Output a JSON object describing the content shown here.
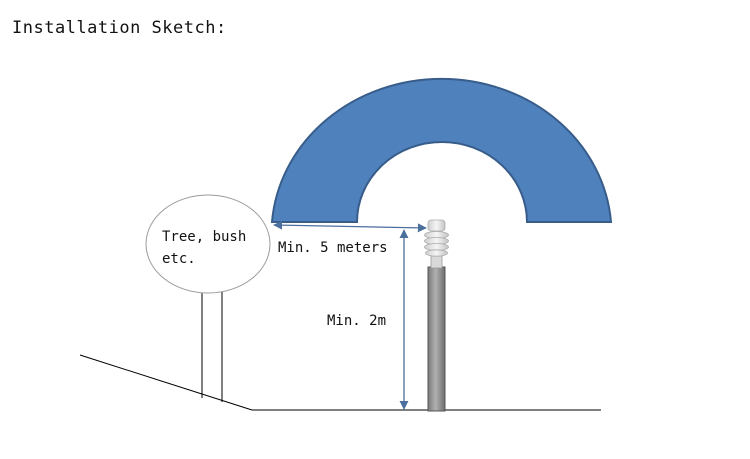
{
  "title": "Installation Sketch:",
  "tree_label_line1": "Tree, bush",
  "tree_label_line2": "etc.",
  "horizontal_distance_label": "Min. 5 meters",
  "vertical_height_label": "Min. 2m",
  "colors": {
    "arc_fill": "#4f81bd",
    "arc_stroke": "#385d8a",
    "arrow": "#4a6f9c",
    "ground": "#000000",
    "pole": "#8c8c8c",
    "sensor": "#e6e6e6"
  },
  "icons": [
    "tree-bush-circle",
    "weather-sensor-on-pole",
    "obstacle-arc"
  ]
}
